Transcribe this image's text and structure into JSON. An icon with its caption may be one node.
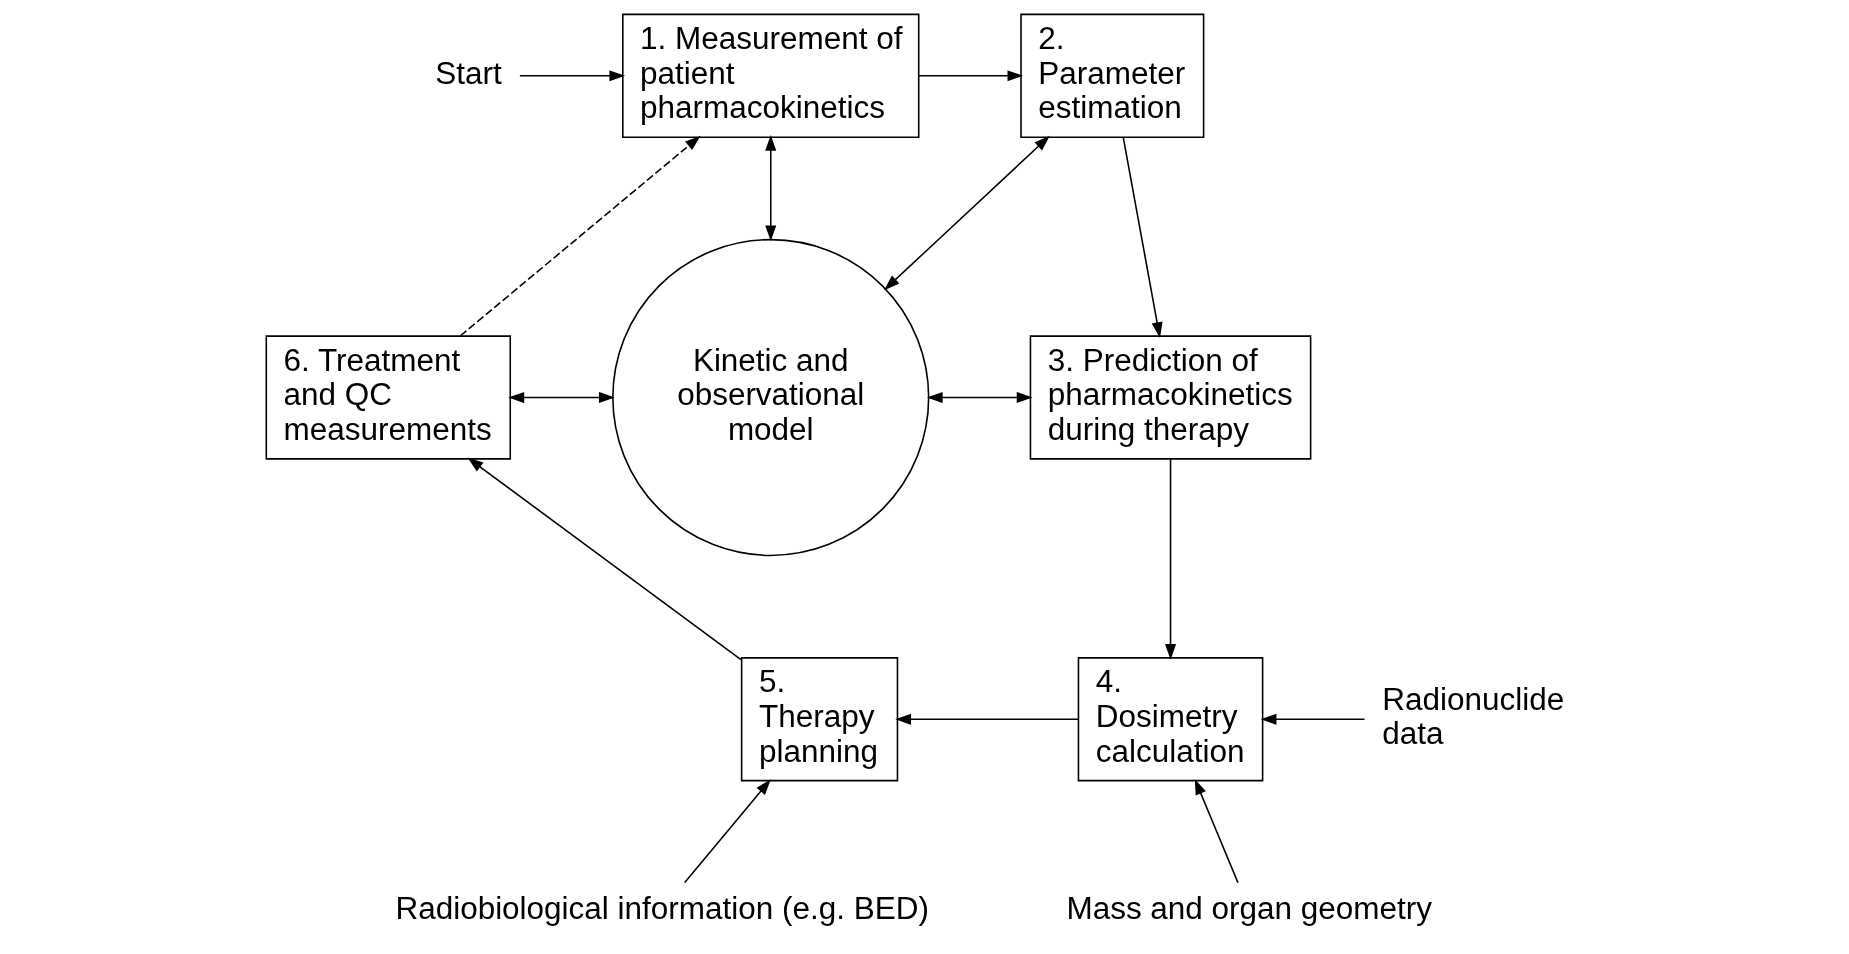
{
  "diagram": {
    "nodes": [
      {
        "text": [
          "Start"
        ]
      },
      {
        "text": [
          "1. Measurement of patient pharmacokinetics"
        ]
      },
      {
        "text": [
          "2. Parameter estimation"
        ]
      },
      {
        "text": [
          "3. Prediction of pharmacokinetics during therapy"
        ]
      },
      {
        "text": [
          "4. Dosimetry calculation"
        ]
      },
      {
        "text": [
          "5. Therapy planning"
        ]
      },
      {
        "text": [
          "6. Treatment and QC measurements"
        ]
      },
      {
        "text": [
          "Kinetic and observational model"
        ]
      },
      {
        "text": [
          "Radionuclide data"
        ]
      },
      {
        "text": [
          "Radiobiological information (e.g. BED)"
        ]
      },
      {
        "text": [
          "Mass and organ geometry"
        ]
      }
    ],
    "edges": [
      {
        "from": 0,
        "to": 1,
        "arrow": "to"
      },
      {
        "from": 1,
        "to": 2,
        "arrow": "to"
      },
      {
        "from": 2,
        "to": 3,
        "arrow": "to"
      },
      {
        "from": 3,
        "to": 4,
        "arrow": "to"
      },
      {
        "from": 4,
        "to": 5,
        "arrow": "to"
      },
      {
        "from": 5,
        "to": 6,
        "arrow": "to"
      },
      {
        "from": 6,
        "to": 1,
        "arrow": "to",
        "style": "dashed"
      },
      {
        "from": 1,
        "to": 7,
        "arrow": "both"
      },
      {
        "from": 2,
        "to": 7,
        "arrow": "both"
      },
      {
        "from": 6,
        "to": 7,
        "arrow": "both"
      },
      {
        "from": 7,
        "to": 3,
        "arrow": "both"
      },
      {
        "from": 8,
        "to": 4,
        "arrow": "to"
      },
      {
        "from": 9,
        "to": 5,
        "arrow": "to"
      },
      {
        "from": 10,
        "to": 4,
        "arrow": "to"
      }
    ]
  }
}
